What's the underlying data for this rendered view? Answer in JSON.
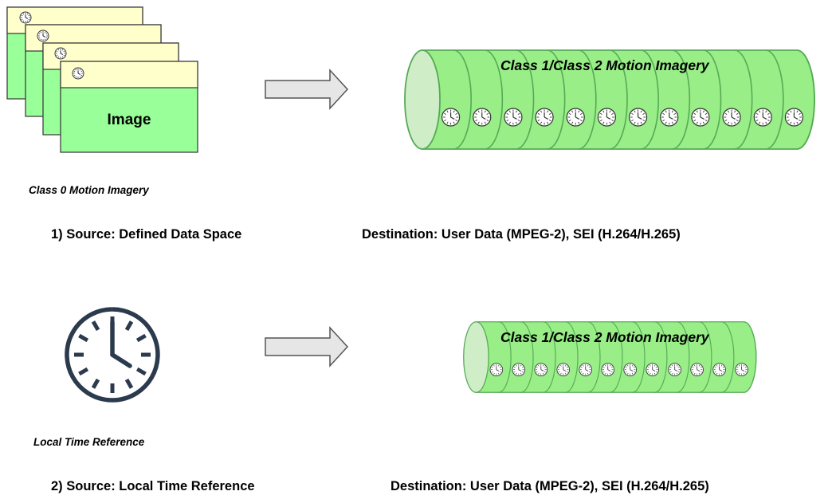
{
  "row1": {
    "image_label": "Image",
    "stream_label": "Class 1/Class 2 Motion Imagery",
    "caption": "Class 0 Motion Imagery",
    "source": "1) Source: Defined Data Space",
    "destination": "Destination: User Data (MPEG-2), SEI (H.264/H.265)"
  },
  "row2": {
    "stream_label": "Class 1/Class 2 Motion Imagery",
    "caption": "Local Time Reference",
    "source": "2) Source: Local Time Reference",
    "destination": "Destination: User Data (MPEG-2), SEI (H.264/H.265)"
  },
  "icons": {
    "frame_clock": "clock-icon",
    "arrow": "right-arrow-icon",
    "wall_clock": "wall-clock-icon"
  },
  "colors": {
    "frame_header": "#ffffcc",
    "frame_body": "#99ff99",
    "tube_fill": "#99ee88",
    "tube_stroke": "#55aa55",
    "arrow_fill": "#e6e6e6",
    "clock_stroke": "#2b3a4c"
  }
}
